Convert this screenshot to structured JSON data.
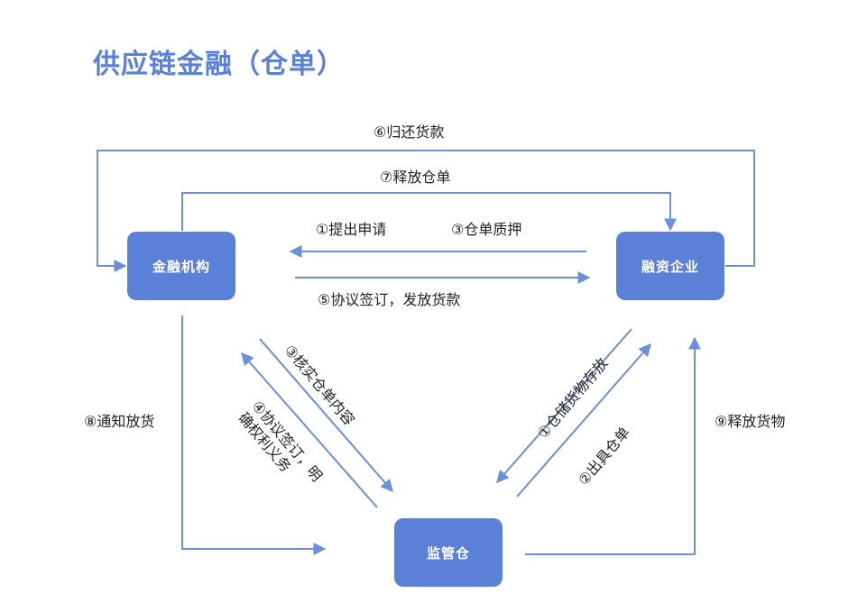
{
  "title": "供应链金融（仓单）",
  "nodes": {
    "bank": "金融机构",
    "enterprise": "融资企业",
    "warehouse": "监管仓"
  },
  "steps": {
    "s1_apply": "①提出申请",
    "s3_pledge": "③仓单质押",
    "s5_sign_loan": "⑤协议签订，发放货款",
    "s6_repay": "⑥归还货款",
    "s7_release_receipt": "⑦释放仓单",
    "s8_notify": "⑧通知放货",
    "s9_release_goods": "⑨释放货物",
    "s3_verify": "③核实仓单内容",
    "s4_agreement_line1": "④协议签订，明",
    "s4_agreement_line2": "确权利义务",
    "s1_store": "①仓储货物存放",
    "s2_issue": "②出具仓单"
  },
  "colors": {
    "accent": "#5b80d8",
    "line": "#6b8fdb"
  }
}
